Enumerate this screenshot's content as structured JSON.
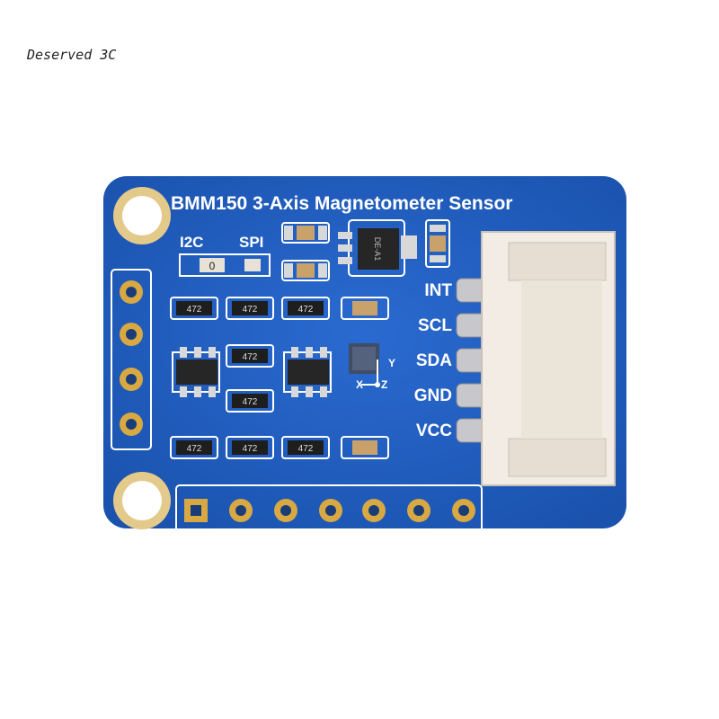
{
  "watermark": "Deserved 3C",
  "board": {
    "title": "BMM150 3-Axis Magnetometer Sensor",
    "mode_labels": [
      "I2C",
      "SPI"
    ],
    "jumper_value": "0",
    "resistor_code": "472",
    "chip_marking": "DE-A1",
    "axis_labels": {
      "y": "Y",
      "x": "X",
      "z": "Z"
    },
    "pin_labels": [
      "INT",
      "SCL",
      "SDA",
      "GND",
      "VCC"
    ],
    "colors": {
      "pcb": "#1f5fc4",
      "pad": "#d8a842",
      "silk": "#ffffff",
      "connector": "#f2ece4"
    }
  }
}
